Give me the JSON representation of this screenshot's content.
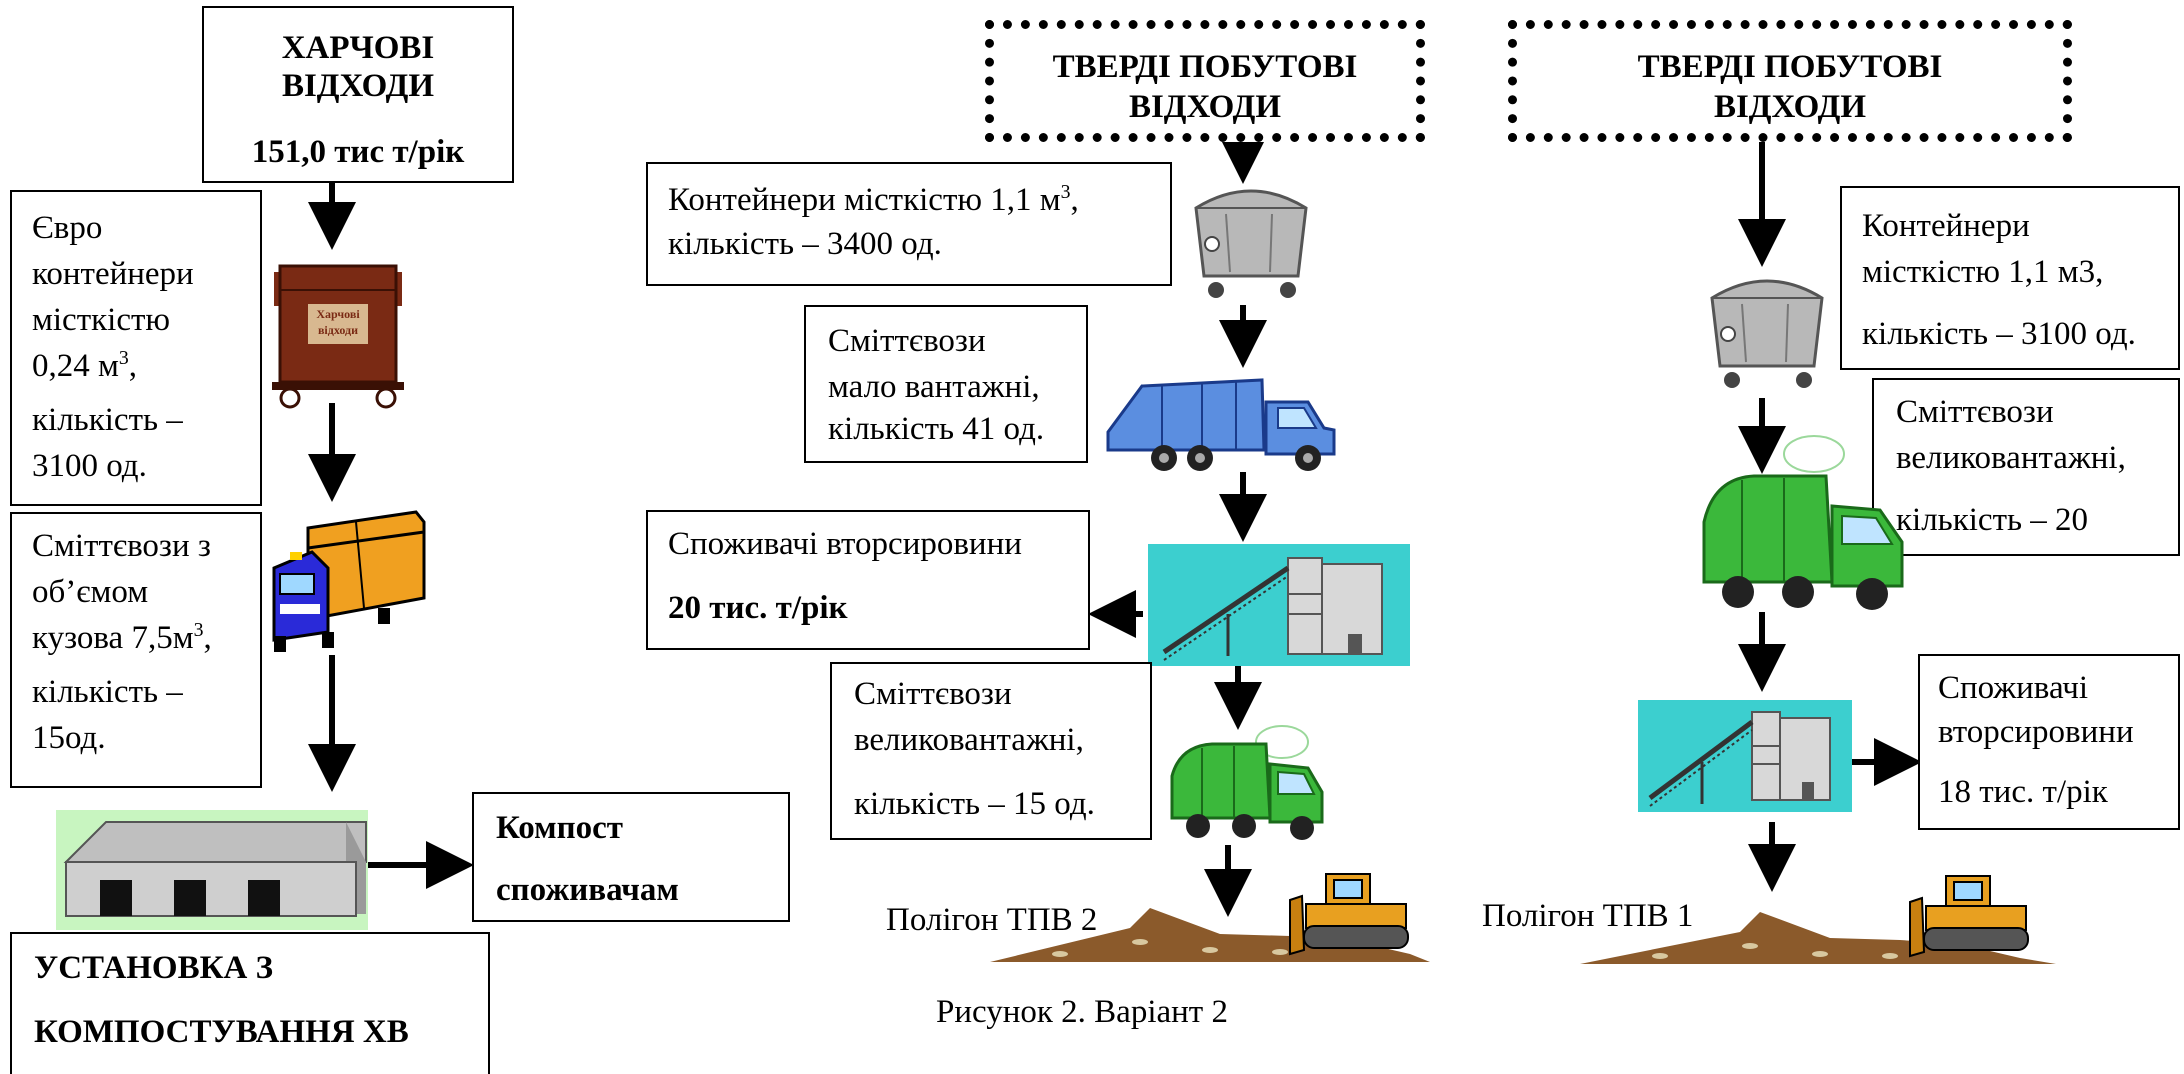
{
  "food_waste": {
    "title_line1": "ХАРЧОВІ",
    "title_line2": "ВІДХОДИ",
    "amount": "151,0 тис т/рік",
    "containers": {
      "line1": "Євро",
      "line2": "контейнери",
      "line3": "місткістю",
      "line4_prefix": "0,24 м",
      "line4_sup": "3",
      "line4_suffix": ",",
      "line5": "кількість –",
      "line6": "3100 од."
    },
    "container_label_line1": "Харчові",
    "container_label_line2": "відходи",
    "trucks": {
      "line1": "Сміттєвози з",
      "line2": "об’ємом",
      "line3_prefix": "кузова 7,5м",
      "line3_sup": "3",
      "line3_suffix": ",",
      "line4": "кількість –",
      "line5": "15од."
    },
    "compost_line1": "Компост",
    "compost_line2": "споживачам",
    "plant_line1": "УСТАНОВКА З",
    "plant_line2": "КОМПОСТУВАННЯ ХВ"
  },
  "variant2": {
    "title_line1": "ТВЕРДІ ПОБУТОВІ",
    "title_line2": "ВІДХОДИ",
    "containers": {
      "line1_prefix": "Контейнери місткістю 1,1 м",
      "line1_sup": "3",
      "line1_suffix": ",",
      "line2": "кількість – 3400 од."
    },
    "small_trucks": {
      "line1": "Сміттєвози",
      "line2": "мало вантажні,",
      "line3": "кількість 41 од."
    },
    "recyclables": {
      "line1": "Споживачі вторсировини",
      "line2": "20 тис. т/рік"
    },
    "big_trucks": {
      "line1": "Сміттєвози",
      "line2": "великовантажні,",
      "line3": "кількість – 15 од."
    },
    "landfill": "Полігон ТПВ 2",
    "caption": "Рисунок  2. Варіант 2"
  },
  "variant1": {
    "title_line1": "ТВЕРДІ ПОБУТОВІ",
    "title_line2": "ВІДХОДИ",
    "containers": {
      "line1": "Контейнери",
      "line2": "місткістю 1,1 м3,",
      "line3": "кількість – 3100 од."
    },
    "big_trucks": {
      "line1": "Сміттєвози",
      "line2": "великовантажні,",
      "line3": "кількість – 20"
    },
    "recyclables": {
      "line1": "Споживачі",
      "line2": "вторсировини",
      "line3": "18 тис. т/рік"
    },
    "landfill": "Полігон ТПВ 1"
  },
  "colors": {
    "food_container": "#7a2a14",
    "dump_truck_cab": "#2a2ad8",
    "dump_truck_body": "#f0a020",
    "blue_truck": "#5b8ee0",
    "green_truck": "#3bb83b",
    "sorting_bg": "#3ccfcf",
    "compost_bg": "#c8f5c0",
    "bulldozer": "#e8a020",
    "landfill_soil": "#8b5a2b"
  }
}
